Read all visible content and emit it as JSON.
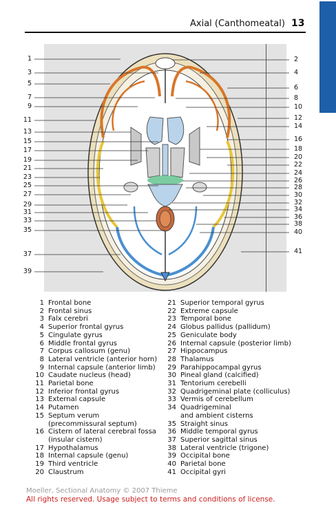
{
  "header": {
    "title": "Axial (Canthomeatal)",
    "page_number": "13"
  },
  "colors": {
    "side_tab": "#1d5fa8",
    "cortex_orange": "#d8762a",
    "cortex_blue": "#4a8fd0",
    "cortex_yellow": "#e8c63a",
    "geniculate_green": "#5ac08a",
    "footer_red": "#cc1f1f"
  },
  "figure": {
    "left_labels": [
      "1",
      "3",
      "5",
      "7",
      "9",
      "11",
      "13",
      "15",
      "17",
      "19",
      "21",
      "23",
      "25",
      "27",
      "29",
      "31",
      "33",
      "35",
      "37",
      "39"
    ],
    "right_labels": [
      "2",
      "4",
      "6",
      "8",
      "10",
      "12",
      "14",
      "16",
      "18",
      "20",
      "22",
      "24",
      "26",
      "28",
      "30",
      "32",
      "34",
      "36",
      "38",
      "40",
      "41"
    ]
  },
  "legend": {
    "col1": [
      {
        "n": "1",
        "t": "Frontal bone"
      },
      {
        "n": "2",
        "t": "Frontal sinus"
      },
      {
        "n": "3",
        "t": "Falx cerebri"
      },
      {
        "n": "4",
        "t": "Superior frontal gyrus"
      },
      {
        "n": "5",
        "t": "Cingulate gyrus"
      },
      {
        "n": "6",
        "t": "Middle frontal gyrus"
      },
      {
        "n": "7",
        "t": "Corpus callosum (genu)"
      },
      {
        "n": "8",
        "t": "Lateral ventricle (anterior horn)"
      },
      {
        "n": "9",
        "t": "Internal capsule (anterior limb)"
      },
      {
        "n": "10",
        "t": "Caudate nucleus (head)"
      },
      {
        "n": "11",
        "t": "Parietal bone"
      },
      {
        "n": "12",
        "t": "Inferior frontal gyrus"
      },
      {
        "n": "13",
        "t": "External capsule"
      },
      {
        "n": "14",
        "t": "Putamen"
      },
      {
        "n": "15",
        "t": "Septum verum",
        "t2": "(precommissural septum)"
      },
      {
        "n": "16",
        "t": "Cistern of lateral cerebral fossa",
        "t2": "(insular cistern)"
      },
      {
        "n": "17",
        "t": "Hypothalamus"
      },
      {
        "n": "18",
        "t": "Internal capsule (genu)"
      },
      {
        "n": "19",
        "t": "Third ventricle"
      },
      {
        "n": "20",
        "t": "Claustrum"
      }
    ],
    "col2": [
      {
        "n": "21",
        "t": "Superior temporal gyrus"
      },
      {
        "n": "22",
        "t": "Extreme capsule"
      },
      {
        "n": "23",
        "t": "Temporal bone"
      },
      {
        "n": "24",
        "t": "Globus pallidus (pallidum)"
      },
      {
        "n": "25",
        "t": "Geniculate body"
      },
      {
        "n": "26",
        "t": "Internal capsule (posterior limb)"
      },
      {
        "n": "27",
        "t": "Hippocampus"
      },
      {
        "n": "28",
        "t": "Thalamus"
      },
      {
        "n": "29",
        "t": "Parahippocampal gyrus"
      },
      {
        "n": "30",
        "t": "Pineal gland (calcified)"
      },
      {
        "n": "31",
        "t": "Tentorium cerebelli"
      },
      {
        "n": "32",
        "t": "Quadrigeminal plate (colliculus)"
      },
      {
        "n": "33",
        "t": "Vermis of cerebellum"
      },
      {
        "n": "34",
        "t": "Quadrigeminal",
        "t2": "and ambient cisterns"
      },
      {
        "n": "35",
        "t": "Straight sinus"
      },
      {
        "n": "36",
        "t": "Middle temporal gyrus"
      },
      {
        "n": "37",
        "t": "Superior sagittal sinus"
      },
      {
        "n": "38",
        "t": "Lateral ventricle (trigone)"
      },
      {
        "n": "39",
        "t": "Occipital bone"
      },
      {
        "n": "40",
        "t": "Parietal bone"
      },
      {
        "n": "41",
        "t": "Occipital gyri"
      }
    ]
  },
  "footer": {
    "credit": "Moeller, Sectional Anatomy © 2007 Thieme",
    "rights": "All rights reserved. Usage subject to terms and conditions of license."
  }
}
